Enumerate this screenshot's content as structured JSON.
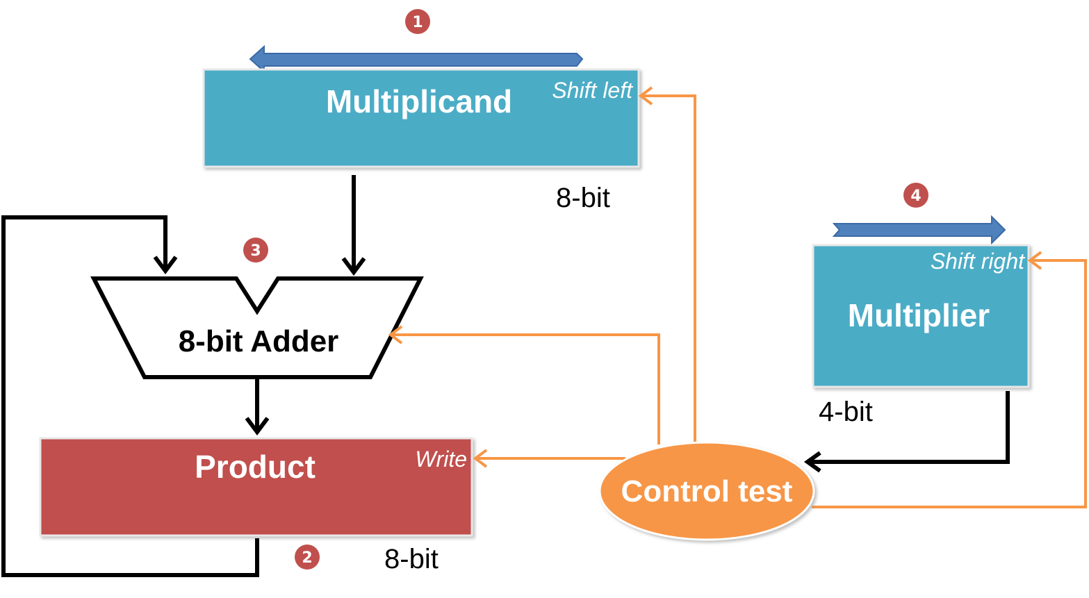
{
  "colors": {
    "register_blue": "#4BACC6",
    "product_red": "#C0504D",
    "control_orange": "#F79646",
    "shift_arrow_blue": "#4F81BD",
    "wire_black": "#000000",
    "step_badge_red": "#C0504D"
  },
  "multiplicand": {
    "label": "Multiplicand",
    "control": "Shift left",
    "width": "8-bit",
    "step": "1"
  },
  "multiplier": {
    "label": "Multiplier",
    "control": "Shift right",
    "width": "4-bit",
    "step": "4"
  },
  "adder": {
    "label": "8-bit Adder",
    "step": "3"
  },
  "product": {
    "label": "Product",
    "control": "Write",
    "width": "8-bit",
    "step": "2"
  },
  "control": {
    "label": "Control test"
  }
}
